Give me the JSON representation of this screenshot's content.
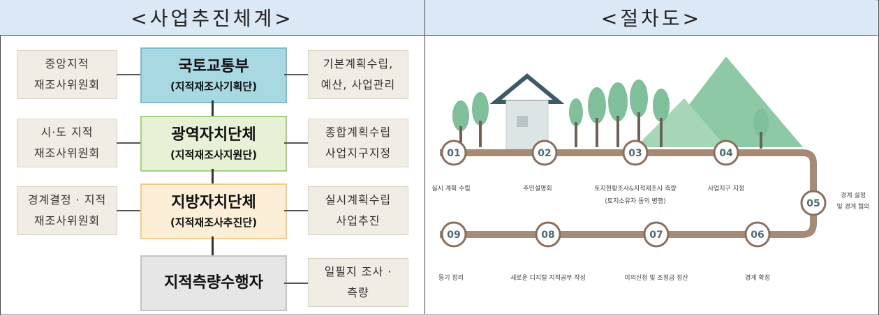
{
  "left_header": "<사업추진체계>",
  "right_header": "<절차도>",
  "system": {
    "rows": [
      {
        "left_lines": [
          "중앙지적",
          "재조사위원회"
        ],
        "main_title": "국토교통부",
        "main_sub": "(지적재조사기획단)",
        "right_lines": [
          "기본계획수립,",
          "예산, 사업관리"
        ]
      },
      {
        "left_lines": [
          "시·도 지적",
          "재조사위원회"
        ],
        "main_title": "광역자치단체",
        "main_sub": "(지적재조사지원단)",
        "right_lines": [
          "종합계획수립",
          "사업지구지정"
        ]
      },
      {
        "left_lines": [
          "경계결정 · 지적",
          "재조사위원회"
        ],
        "main_title": "지방자치단체",
        "main_sub": "(지적재조사추진단)",
        "right_lines": [
          "실시계획수립",
          "사업추진"
        ]
      },
      {
        "main_title": "지적측량수행자",
        "right_lines": [
          "일필지 조사 ·",
          "측량"
        ]
      }
    ]
  },
  "procedure": {
    "steps": [
      {
        "num": "01",
        "label": "실시 계획 수립"
      },
      {
        "num": "02",
        "label": "주민설명회"
      },
      {
        "num": "03",
        "label": "토지현황조사&지적재조사 측량",
        "label2": "(토지소유자 동의 병행)"
      },
      {
        "num": "04",
        "label": "사업지구 지정"
      },
      {
        "num": "05",
        "label": "경계 설정",
        "label2": "및 경계 협의"
      },
      {
        "num": "06",
        "label": "경계 확정"
      },
      {
        "num": "07",
        "label": "이의신청 및 조정금 정산"
      },
      {
        "num": "08",
        "label": "새로운 디지털 지적공부 작성"
      },
      {
        "num": "09",
        "label": "등기 정리"
      }
    ]
  },
  "colors": {
    "road": "#a78a76",
    "tree": "#7fbf99",
    "mountain": "#8cc9a4",
    "circle_border": "#8a6f60"
  }
}
